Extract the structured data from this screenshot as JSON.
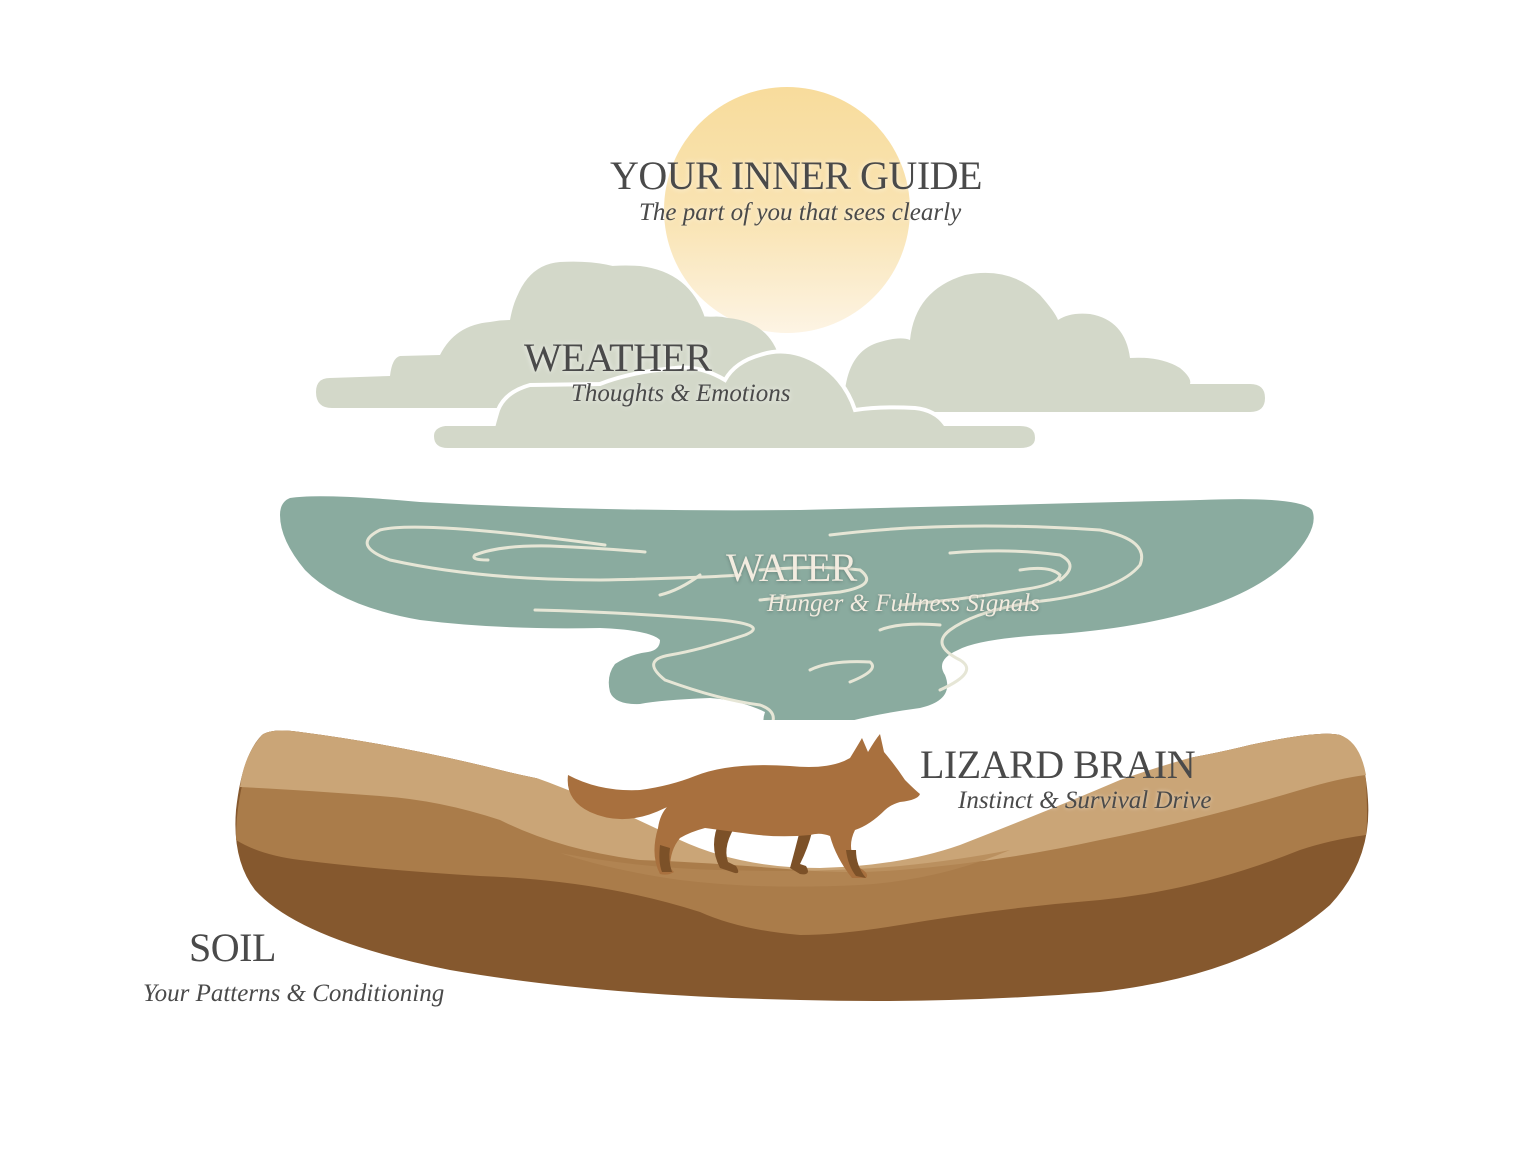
{
  "diagram": {
    "layers": [
      {
        "id": "inner-guide",
        "title": "YOUR INNER GUIDE",
        "subtitle": "The part of you that sees clearly",
        "symbol": "sun"
      },
      {
        "id": "weather",
        "title": "WEATHER",
        "subtitle": "Thoughts & Emotions",
        "symbol": "clouds"
      },
      {
        "id": "water",
        "title": "WATER",
        "subtitle": "Hunger & Fullness Signals",
        "symbol": "water-pool"
      },
      {
        "id": "lizard-brain",
        "title": "LIZARD BRAIN",
        "subtitle": "Instinct & Survival Drive",
        "symbol": "fox"
      },
      {
        "id": "soil",
        "title": "SOIL",
        "subtitle": "Your Patterns & Conditioning",
        "symbol": "soil-layers"
      }
    ],
    "colors": {
      "sun_top": "#f8dc9c",
      "sun_bottom": "#fdf3e2",
      "cloud": "#d3d8c9",
      "water": "#8aab9f",
      "water_swirl": "#e6e6d6",
      "soil_light": "#caa577",
      "soil_mid": "#aa7c4a",
      "soil_dark": "#85582e",
      "fox_body": "#a8703e",
      "fox_shadow": "#7c5128",
      "text": "#4a4a4a",
      "text_on_water": "#f3ece0"
    }
  }
}
